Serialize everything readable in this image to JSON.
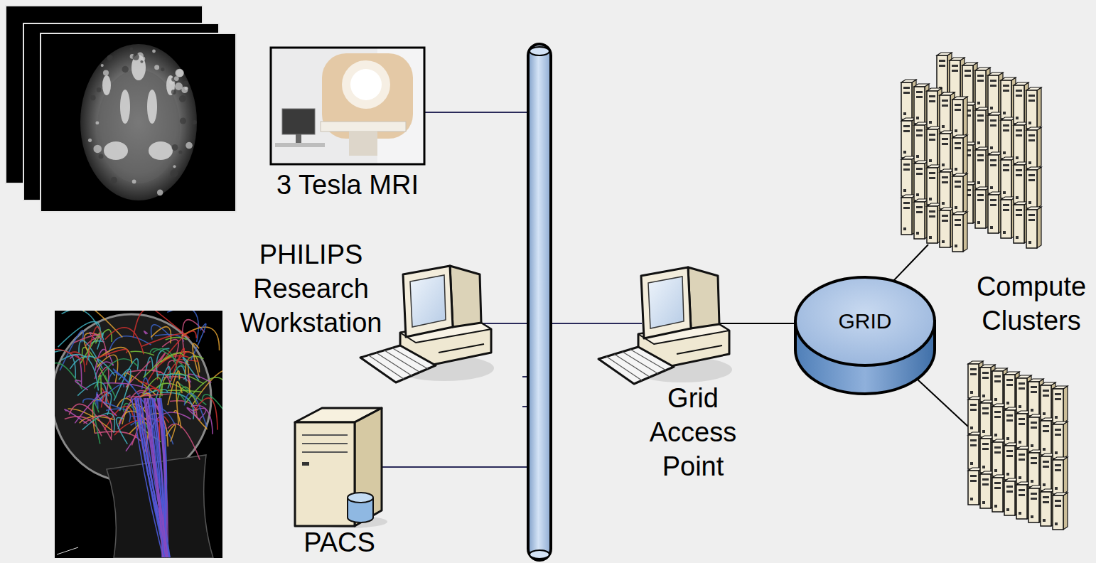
{
  "diagram": {
    "nodes": [
      {
        "text": [
          "3 Tesla MRI"
        ]
      },
      {
        "text": [
          "PHILIPS Research Workstation"
        ]
      },
      {
        "text": [
          "PACS"
        ]
      },
      {
        "text": [
          "Grid Access Point"
        ]
      },
      {
        "text": [
          "GRID"
        ]
      },
      {
        "text": [
          "Compute Clusters"
        ]
      }
    ],
    "edges": [
      {
        "from": 0,
        "to": 3,
        "arrow": "none"
      },
      {
        "from": 1,
        "to": 3,
        "arrow": "none"
      },
      {
        "from": 2,
        "to": 3,
        "arrow": "none"
      },
      {
        "from": 3,
        "to": 4,
        "arrow": "none"
      },
      {
        "from": 4,
        "to": 5,
        "arrow": "none"
      }
    ]
  }
}
